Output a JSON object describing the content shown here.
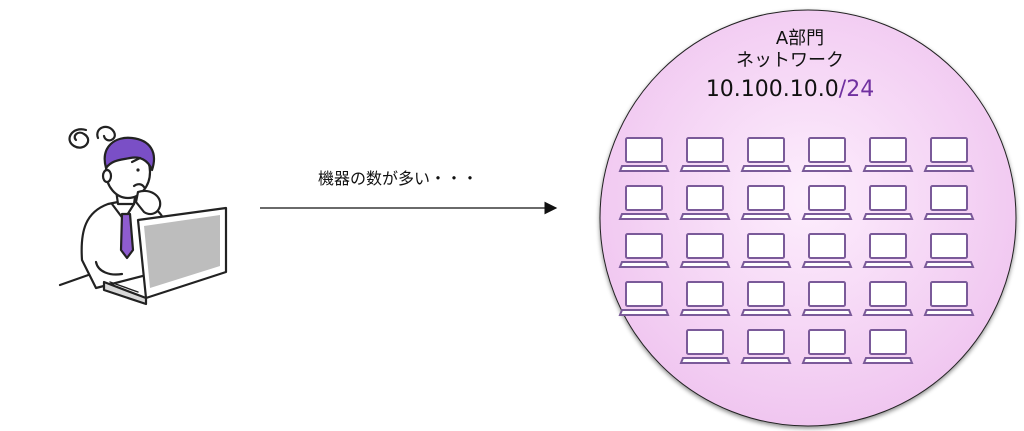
{
  "diagram": {
    "caption": "機器の数が多い・・・",
    "network": {
      "title_line1": "A部門",
      "title_line2": "ネットワーク",
      "address": "10.100.10.0",
      "prefix": "/24",
      "device_rows": [
        6,
        6,
        6,
        6,
        4
      ],
      "device_icon": "laptop-icon"
    },
    "person_icon": "worried-person-at-laptop-icon",
    "colors": {
      "accent": "#7030a0",
      "circle_fill_center": "#fdeefd",
      "circle_fill_edge": "#f0c6f0",
      "device_outline": "#7a5a99",
      "device_fill": "#ffffff",
      "hair": "#7a4fc6",
      "tie": "#8e5ccf"
    }
  }
}
